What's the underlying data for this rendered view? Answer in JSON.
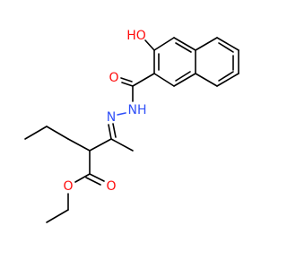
{
  "molecule": {
    "atom_labels": {
      "hydroxyl": "HO",
      "carbonyl_oxygen": "O",
      "hydrazone_nh": "NH",
      "imine_n": "N",
      "ester_carbonyl_oxygen": "O",
      "ester_ether_oxygen": "O"
    },
    "colors": {
      "bond": "#000000",
      "oxygen": "#ff0d0d",
      "nitrogen": "#3050f8",
      "background": "#ffffff"
    }
  }
}
